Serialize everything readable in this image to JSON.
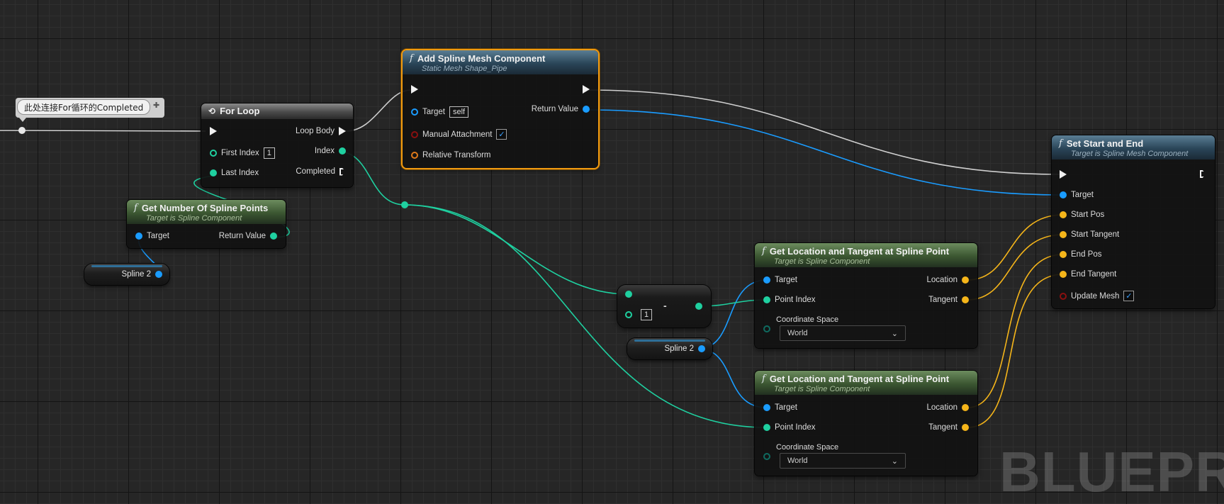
{
  "comment": {
    "text": "此处连接For循环的Completed"
  },
  "for_loop": {
    "title": "For Loop",
    "loop_body": "Loop Body",
    "first_index": "First Index",
    "first_index_value": "1",
    "index": "Index",
    "last_index": "Last Index",
    "completed": "Completed"
  },
  "add_spline_mesh": {
    "title": "Add Spline Mesh Component",
    "subtitle": "Static Mesh Shape_Pipe",
    "target": "Target",
    "target_value": "self",
    "return_value": "Return Value",
    "manual_attachment": "Manual Attachment",
    "relative_transform": "Relative Transform"
  },
  "get_num_spline": {
    "title": "Get Number Of Spline Points",
    "subtitle": "Target is Spline Component",
    "target": "Target",
    "return_value": "Return Value"
  },
  "spline_var_1": {
    "label": "Spline 2"
  },
  "subtract": {
    "b_value": "1",
    "symbol": "-"
  },
  "spline_var_2": {
    "label": "Spline 2"
  },
  "loc_tangent_1": {
    "title": "Get Location and Tangent at Spline Point",
    "subtitle": "Target is Spline Component",
    "target": "Target",
    "point_index": "Point Index",
    "coord_space": "Coordinate Space",
    "coord_value": "World",
    "location": "Location",
    "tangent": "Tangent"
  },
  "loc_tangent_2": {
    "title": "Get Location and Tangent at Spline Point",
    "subtitle": "Target is Spline Component",
    "target": "Target",
    "point_index": "Point Index",
    "coord_space": "Coordinate Space",
    "coord_value": "World",
    "location": "Location",
    "tangent": "Tangent"
  },
  "set_start_end": {
    "title": "Set Start and End",
    "subtitle": "Target is Spline Mesh Component",
    "target": "Target",
    "start_pos": "Start Pos",
    "start_tangent": "Start Tangent",
    "end_pos": "End Pos",
    "end_tangent": "End Tangent",
    "update_mesh": "Update Mesh"
  },
  "watermark": {
    "text": "BLUEPRINT"
  },
  "colors": {
    "exec": "#e8e8e8",
    "object": "#1a9cff",
    "integer": "#1fd0a0",
    "vector": "#f5b51a",
    "bool": "#8a1010",
    "transform": "#e07a1a",
    "selected": "#f29b10"
  }
}
